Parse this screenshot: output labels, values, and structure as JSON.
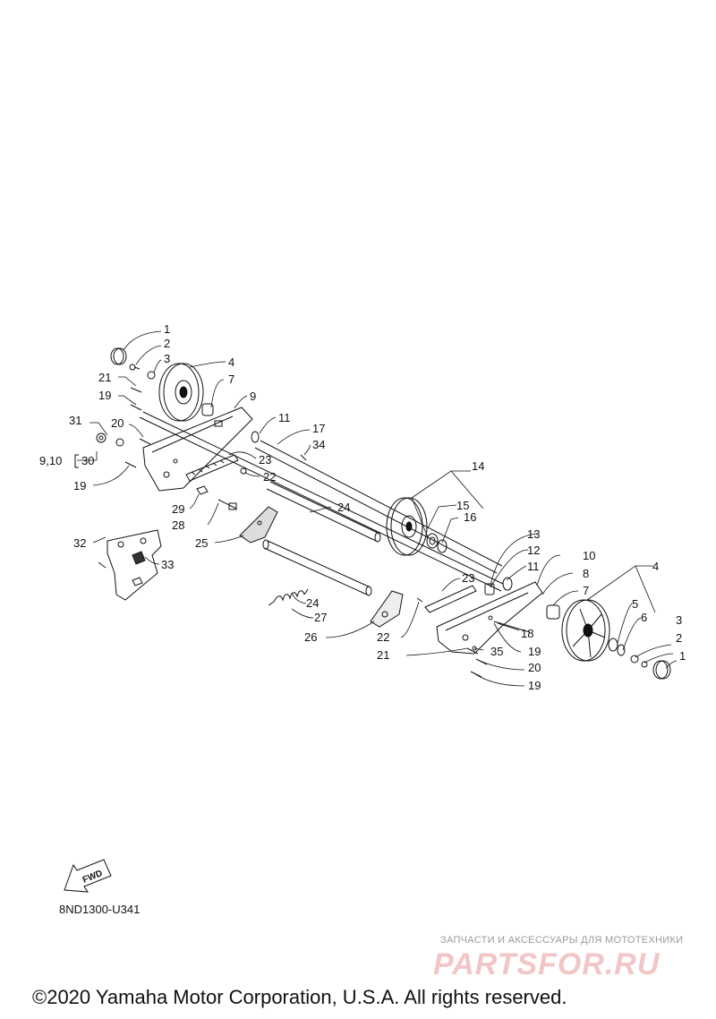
{
  "diagram": {
    "callouts": {
      "c1a": "1",
      "c2a": "2",
      "c3a": "3",
      "c4a": "4",
      "c7a": "7",
      "c9": "9",
      "c21a": "21",
      "c19a": "19",
      "c31": "31",
      "c20a": "20",
      "c11a": "11",
      "c17": "17",
      "c34": "34",
      "c23a": "23",
      "c22a": "22",
      "c910": "9,10",
      "c30": "30",
      "c19b": "19",
      "c29": "29",
      "c28": "28",
      "c25": "25",
      "c24a": "24",
      "c14": "14",
      "c15": "15",
      "c16": "16",
      "c32": "32",
      "c33": "33",
      "c13": "13",
      "c12": "12",
      "c11b": "11",
      "c10": "10",
      "c8": "8",
      "c4b": "4",
      "c24b": "24",
      "c23b": "23",
      "c7b": "7",
      "c27": "27",
      "c5": "5",
      "c3b": "3",
      "c6": "6",
      "c2b": "2",
      "c26": "26",
      "c22b": "22",
      "c18": "18",
      "c1b": "1",
      "c21b": "21",
      "c35": "35",
      "c19c": "19",
      "c20b": "20",
      "c19d": "19"
    },
    "fwd_label": "FWD",
    "part_code": "8ND1300-U341"
  },
  "watermark": {
    "tagline": "ЗАПЧАСТИ И АКСЕССУАРЫ ДЛЯ МОТОТЕХНИКИ",
    "logo": "PARTSFOR.RU"
  },
  "footer": {
    "copyright": "©2020 Yamaha Motor Corporation, U.S.A. All rights reserved."
  }
}
